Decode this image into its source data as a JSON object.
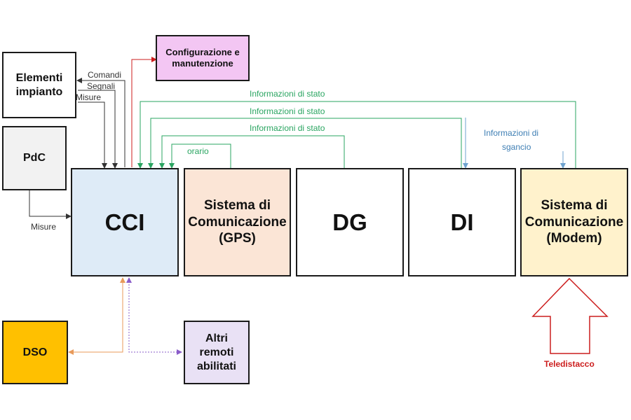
{
  "boxes": {
    "elementi": "Elementi impianto",
    "pdc": "PdC",
    "cci": "CCI",
    "gps": "Sistema di Comunicazione (GPS)",
    "dg": "DG",
    "di": "DI",
    "modem": "Sistema di Comunicazione (Modem)",
    "config": "Configurazione e manutenzione",
    "dso": "DSO",
    "altri": "Altri remoti abilitati"
  },
  "labels": {
    "comandi": "Comandi",
    "segnali": "Segnali",
    "misure_top": "Misure",
    "misure_pdc": "Misure",
    "info_stato_1": "Informazioni di stato",
    "info_stato_2": "Informazioni di stato",
    "info_stato_3": "Informazioni di stato",
    "orario": "orario",
    "info_sgancio_1": "Informazioni di",
    "info_sgancio_2": "sgancio",
    "teledistacco": "Teledistacco"
  },
  "colors": {
    "cci_fill": "#deebf7",
    "gps_fill": "#fbe5d6",
    "modem_fill": "#fff2cc",
    "config_fill": "#f3c6f3",
    "dso_fill": "#ffc000",
    "altri_fill": "#e9e1f5",
    "pdc_fill": "#f2f2f2",
    "green_line": "#2aa561",
    "blue_line": "#6fa3cf",
    "red": "#cc1e1e",
    "orange": "#e89a5a",
    "purple": "#8a5cc9"
  }
}
